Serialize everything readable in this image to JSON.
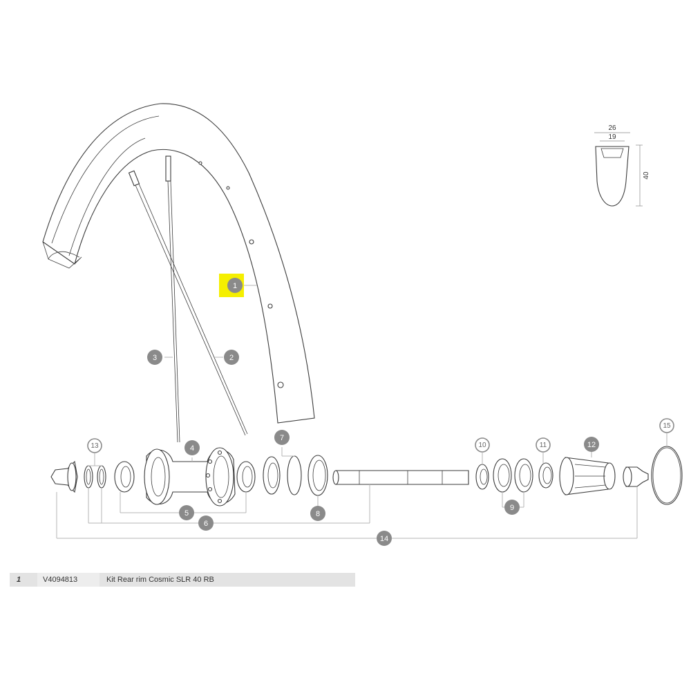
{
  "callouts": {
    "c1": "1",
    "c2": "2",
    "c3": "3",
    "c4": "4",
    "c5": "5",
    "c6": "6",
    "c7": "7",
    "c8": "8",
    "c9": "9",
    "c10": "10",
    "c11": "11",
    "c12": "12",
    "c13": "13",
    "c14": "14",
    "c15": "15"
  },
  "profile": {
    "outer_width": "26",
    "inner_width": "19",
    "height": "40"
  },
  "legend": {
    "number": "1",
    "code": "V4094813",
    "description": "Kit Rear rim Cosmic SLR 40 RB"
  },
  "colors": {
    "highlight": "#f5ef00",
    "callout": "#8a8a8a",
    "legend_bg": "#e3e3e3"
  }
}
